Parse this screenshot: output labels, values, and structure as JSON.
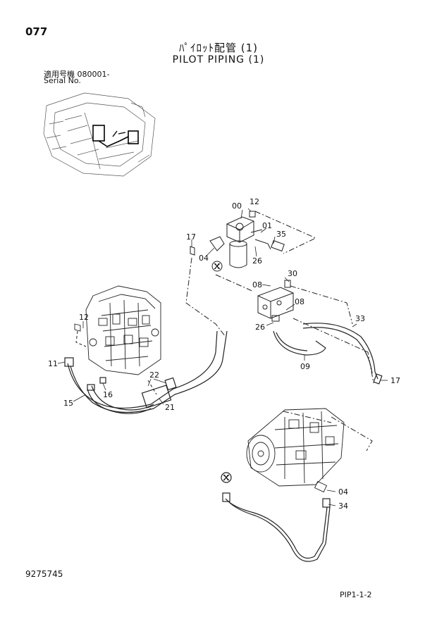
{
  "header": {
    "page_number": "077",
    "title_jp": "ﾊﾟｲﾛｯﾄ配管 (1)",
    "title_en": "PILOT PIPING (1)",
    "serial_label_jp": "適用号機 080001-",
    "serial_label_en": "Serial No."
  },
  "footer": {
    "document_number": "9275745",
    "sheet_reference": "PIP1-1-2"
  },
  "callouts": {
    "c00": "00",
    "c12a": "12",
    "c01": "01",
    "c35": "35",
    "c17a": "17",
    "c04a": "04",
    "cXa": "X",
    "c26a": "26",
    "c30": "30",
    "c08a": "08",
    "c08b": "08",
    "c26b": "26",
    "c33": "33",
    "c09": "09",
    "c17b": "17",
    "c12b": "12",
    "c11": "11",
    "c16": "16",
    "c15": "15",
    "c22": "22",
    "c21": "21",
    "cXb": "X",
    "c04b": "04",
    "c34": "34"
  }
}
